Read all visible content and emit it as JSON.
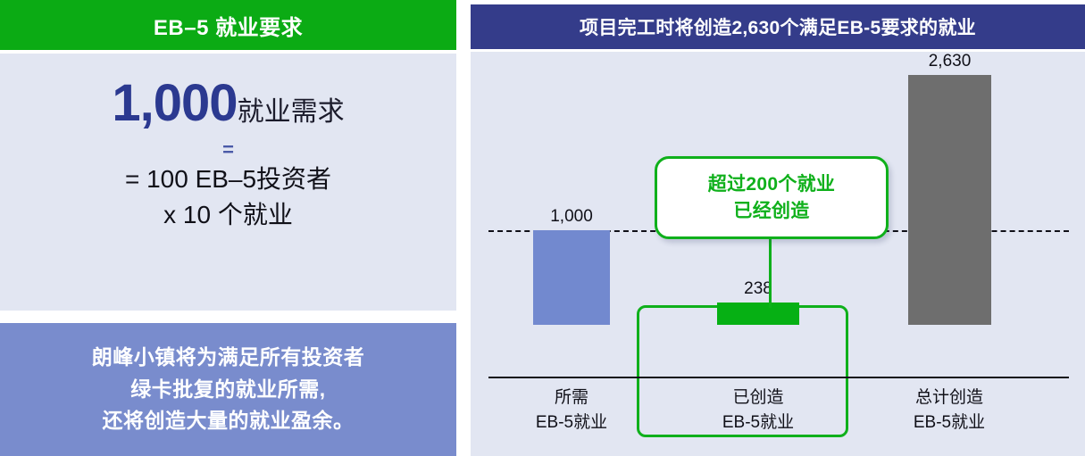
{
  "left_panel": {
    "header": {
      "title": "EB–5 就业要求"
    },
    "requirement": {
      "number": "1,000",
      "number_suffix": "就业需求",
      "equals": "=",
      "formula_line_1": "= 100 EB–5投资者",
      "formula_line_2": "x 10 个就业"
    },
    "note": {
      "line_1": "朗峰小镇将为满足所有投资者",
      "line_2": "绿卡批复的就业所需,",
      "line_3": "还将创造大量的就业盈余。"
    }
  },
  "right_panel": {
    "header": {
      "title": "项目完工时将创造2,630个满足EB-5要求的就业"
    },
    "callout": {
      "line_1": "超过200个就业",
      "line_2": "已经创造"
    }
  },
  "chart_data": {
    "type": "bar",
    "title": "项目完工时将创造2,630个满足EB-5要求的就业",
    "xlabel": "",
    "ylabel": "",
    "ylim": [
      0,
      2630
    ],
    "grid": false,
    "legend": "none",
    "categories": [
      "所需\nEB-5就业",
      "已创造\nEB-5就业",
      "总计创造\nEB-5就业"
    ],
    "category_lines": [
      {
        "line_1": "所需",
        "line_2": "EB-5就业"
      },
      {
        "line_1": "已创造",
        "line_2": "EB-5就业"
      },
      {
        "line_1": "总计创造",
        "line_2": "EB-5就业"
      }
    ],
    "values": [
      1000,
      238,
      2630
    ],
    "value_labels": [
      "1,000",
      "238",
      "2,630"
    ],
    "bar_colors": [
      "#7289cf",
      "#06b014",
      "#6e6e6e"
    ],
    "reference_line": {
      "value": 1000,
      "style": "dashed",
      "label": "1,000"
    },
    "annotations": [
      {
        "text": "超过200个就业 已经创造",
        "target_category": "已创造\nEB-5就业",
        "color": "#0fb01b"
      }
    ]
  },
  "colors": {
    "green_header": "#0bab14",
    "navy_header": "#343c8a",
    "panel_background": "#e2e6f2",
    "note_background": "#798ccd",
    "accent_green": "#0fb01b",
    "bar_blue": "#7289cf",
    "bar_green": "#06b014",
    "bar_gray": "#6e6e6e",
    "number_navy": "#2b3990"
  }
}
